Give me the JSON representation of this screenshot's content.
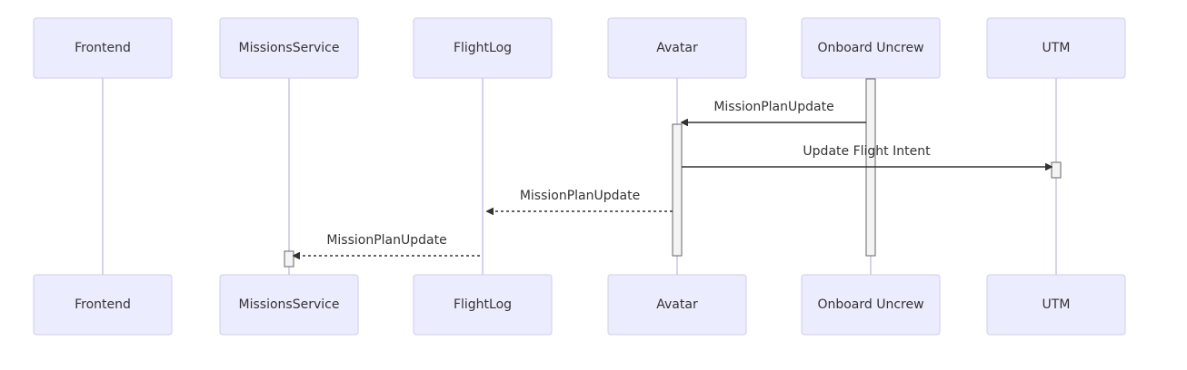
{
  "actors": [
    {
      "id": "frontend",
      "label": "Frontend"
    },
    {
      "id": "missions",
      "label": "MissionsService"
    },
    {
      "id": "flightlog",
      "label": "FlightLog"
    },
    {
      "id": "avatar",
      "label": "Avatar"
    },
    {
      "id": "onboard",
      "label": "Onboard Uncrew"
    },
    {
      "id": "utm",
      "label": "UTM"
    }
  ],
  "messages": [
    {
      "from": "onboard",
      "to": "avatar",
      "label": "MissionPlanUpdate",
      "style": "solid"
    },
    {
      "from": "avatar",
      "to": "utm",
      "label": "Update Flight Intent",
      "style": "solid"
    },
    {
      "from": "avatar",
      "to": "flightlog",
      "label": "MissionPlanUpdate",
      "style": "dashed"
    },
    {
      "from": "flightlog",
      "to": "missions",
      "label": "MissionPlanUpdate",
      "style": "dashed"
    }
  ],
  "colors": {
    "actor_fill": "#ececff",
    "actor_stroke": "#cfcbf2",
    "lifeline": "#d6d2f4",
    "message": "#333333",
    "activation_fill": "#f4f4f4"
  }
}
